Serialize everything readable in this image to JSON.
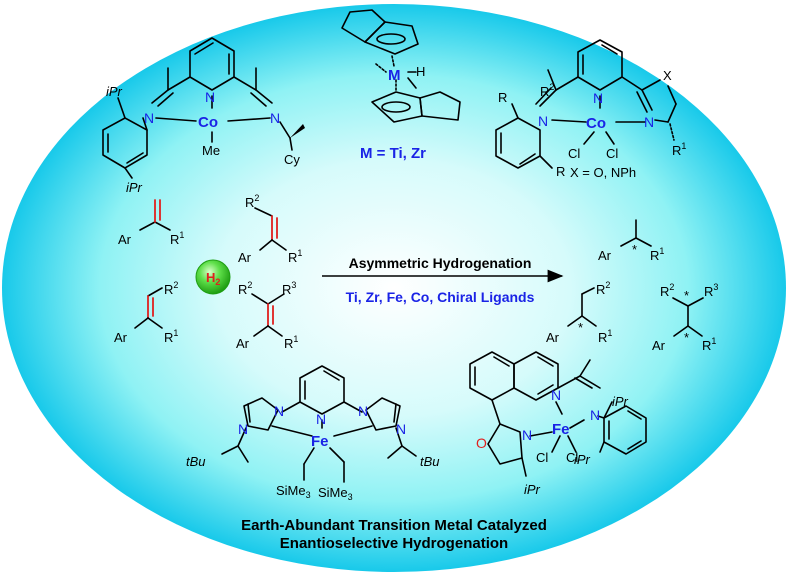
{
  "labels": {
    "metal_def": "M = Ti, Zr",
    "x_def": "X = O, NPh",
    "arrow_top": "Asymmetric Hydrogenation",
    "arrow_bottom": "Ti, Zr, Fe, Co, Chiral Ligands",
    "h2": "H",
    "h2_sub": "2",
    "caption_line1": "Earth-Abundant Transition Metal Catalyzed",
    "caption_line2": "Enantioselective Hydrogenation"
  },
  "atoms": {
    "co": "Co",
    "fe": "Fe",
    "m": "M",
    "h": "H",
    "n": "N",
    "o": "O",
    "me": "Me",
    "cy": "Cy",
    "cl": "Cl",
    "x": "X",
    "ar": "Ar",
    "ipr": "iPr",
    "tbu": "tBu",
    "sime3": "SiMe",
    "three": "3",
    "r": "R",
    "r1": "1",
    "r2": "2",
    "r3": "3",
    "star": "*"
  },
  "colors": {
    "background_center": "#ffffff",
    "background_mid": "#8ff2f4",
    "background_edge": "#18c9ea",
    "h2_ball": "#3fcf2a",
    "nitrogen": "#1a23e6",
    "oxygen": "#e0201e",
    "metal": "#1a23e6",
    "alkene": "#e0201e",
    "h2_text": "#e0201e"
  }
}
